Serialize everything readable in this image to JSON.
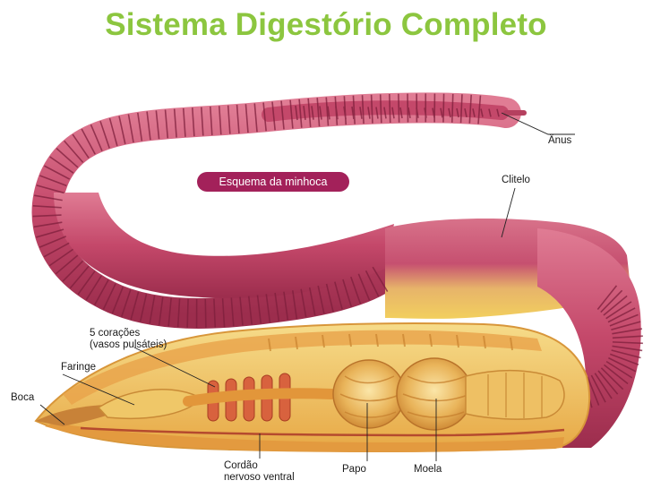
{
  "title": "Sistema Digestório Completo",
  "diagram": {
    "caption": "Esquema da minhoca",
    "labels": {
      "anus": "Ânus",
      "clitelo": "Clitelo",
      "coracoes_line1": "5 corações",
      "coracoes_line2": "(vasos pulsáteis)",
      "faringe": "Faringe",
      "boca": "Boca",
      "cordao_line1": "Cordão",
      "cordao_line2": "nervoso ventral",
      "papo": "Papo",
      "moela": "Moela"
    }
  },
  "colors": {
    "title": "#8cc63f",
    "body": "#c4486a",
    "rings": "#7e1f3c",
    "clitellum": "#cf5f78",
    "interior": "#f1c25a",
    "caption_bg": "#a3215a"
  }
}
